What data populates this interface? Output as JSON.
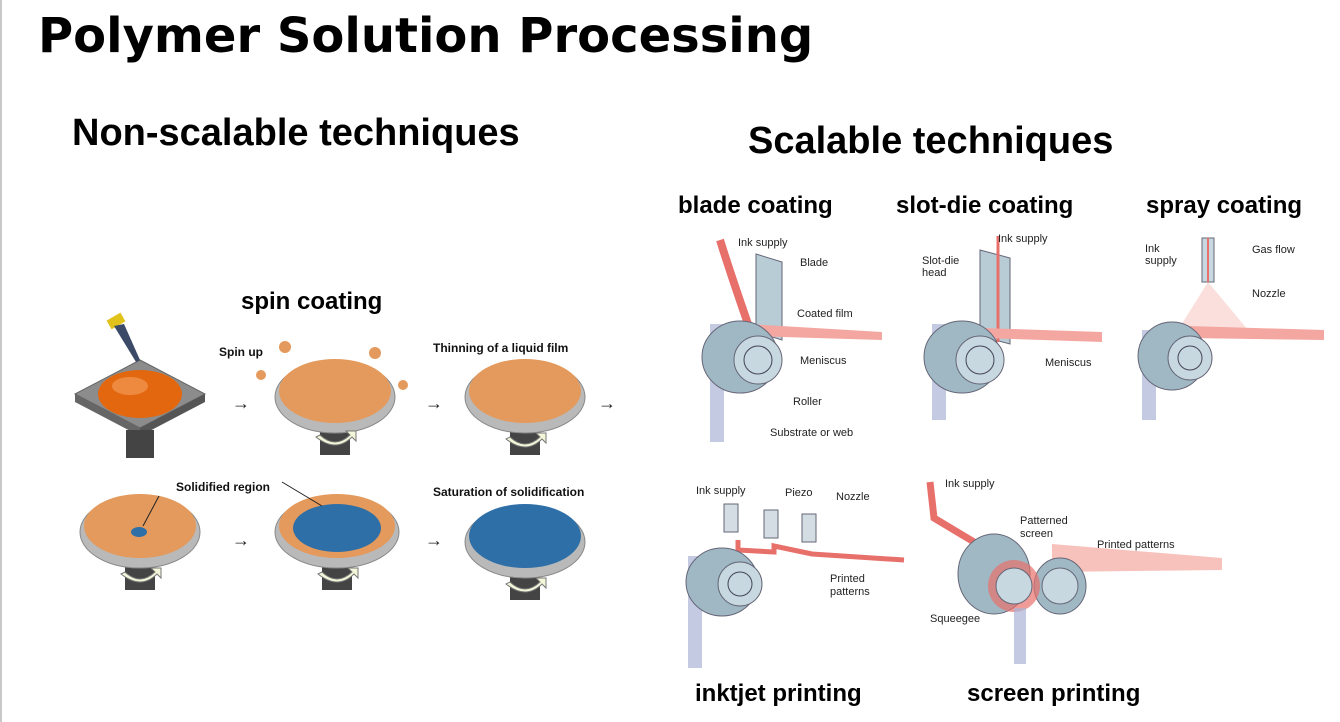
{
  "slide": {
    "title": "Polymer Solution Processing",
    "left_heading": "Non-scalable techniques",
    "right_heading": "Scalable techniques"
  },
  "spin": {
    "caption": "spin coating",
    "labels": {
      "spin_up": "Spin up",
      "thinning": "Thinning of a liquid film",
      "solidified": "Solidified region",
      "saturation": "Saturation of solidification"
    },
    "arrow": "→"
  },
  "blade": {
    "caption": "blade coating",
    "ink_supply": "Ink supply",
    "blade": "Blade",
    "coated_film": "Coated film",
    "meniscus": "Meniscus",
    "roller": "Roller",
    "substrate": "Substrate or web"
  },
  "slot": {
    "caption": "slot-die coating",
    "ink_supply": "Ink supply",
    "head_l1": "Slot-die",
    "head_l2": "head",
    "meniscus": "Meniscus"
  },
  "spray": {
    "caption": "spray coating",
    "ink_l1": "Ink",
    "ink_l2": "supply",
    "gas_flow": "Gas flow",
    "nozzle": "Nozzle"
  },
  "inkjet": {
    "caption": "inktjet printing",
    "ink_supply": "Ink supply",
    "piezo": "Piezo",
    "nozzle": "Nozzle",
    "printed_l1": "Printed",
    "printed_l2": "patterns"
  },
  "screen": {
    "caption": "screen printing",
    "ink_supply": "Ink supply",
    "patterned_l1": "Patterned",
    "patterned_l2": "screen",
    "printed": "Printed patterns",
    "squeegee": "Squeegee"
  },
  "colors": {
    "orange": "#e39a5c",
    "blue": "#2f6fa8",
    "ink_red": "#e8706b",
    "roller": "#9fb8c4"
  }
}
